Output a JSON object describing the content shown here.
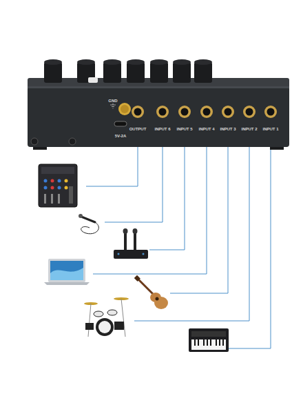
{
  "diagram": {
    "nodes": [
      {
        "text": [
          "GND",
          "5V-2A",
          "OUTPUT",
          "INPUT 6",
          "INPUT 5",
          "INPUT 4",
          "INPUT 3",
          "INPUT 2",
          "INPUT 1"
        ]
      }
    ]
  }
}
